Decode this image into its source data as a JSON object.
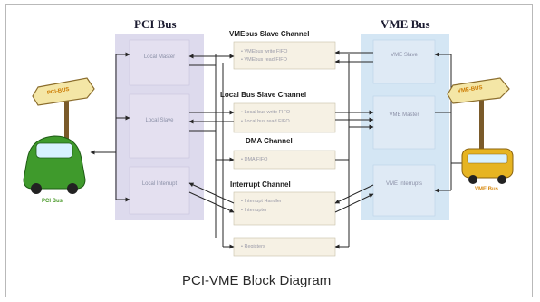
{
  "diagram": {
    "pci_bus_title": "PCI Bus",
    "vme_bus_title": "VME Bus",
    "caption": "PCI-VME Block Diagram",
    "pci_blocks": [
      {
        "label": "Local Master"
      },
      {
        "label": "Local Slave"
      },
      {
        "label": "Local Interrupt"
      }
    ],
    "vme_blocks": [
      {
        "label": "VME Slave"
      },
      {
        "label": "VME Master"
      },
      {
        "label": "VME Interrupts"
      }
    ],
    "channels": [
      {
        "title": "VMEbus Slave Channel",
        "items": [
          "VMEbus write FIFO",
          "VMEbus read FIFO"
        ]
      },
      {
        "title": "Local Bus Slave Channel",
        "items": [
          "Local bus write FIFO",
          "Local bus read FIFO"
        ]
      },
      {
        "title": "DMA Channel",
        "items": [
          "DMA FIFO"
        ]
      },
      {
        "title": "Interrupt Channel",
        "items": [
          "Interrupt Handler",
          "Interrupter"
        ]
      },
      {
        "title": "",
        "items": [
          "Registers"
        ]
      }
    ],
    "left_sign": "PCI-BUS",
    "right_sign": "VME-BUS",
    "left_vehicle_label": "PCI Bus",
    "right_vehicle_label": "VME Bus",
    "colors": {
      "pci_panel": "#d7d3ea",
      "vme_panel": "#cfe3f3",
      "channel_fill": "#f6f1e4",
      "arrow": "#262626",
      "car": "#3f9a2c",
      "bus": "#e6b422"
    }
  }
}
